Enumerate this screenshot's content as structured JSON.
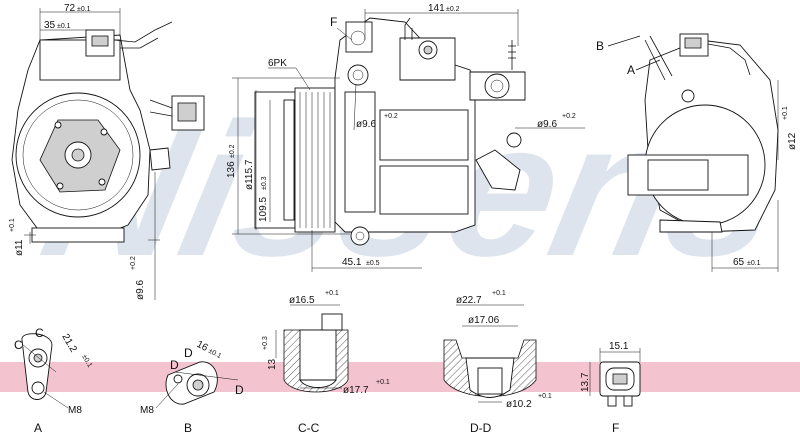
{
  "watermark": {
    "text": "Nissens",
    "color": "#b7c5d8"
  },
  "band_color": "#f3c3cf",
  "front_view": {
    "dims": {
      "w72": "72",
      "w72_tol": "±0.1",
      "w35": "35",
      "w35_tol": "±0.1",
      "d11": "ø11",
      "d11_tol": "+0.1",
      "d96": "ø9.6",
      "d96_tol": "+0.2"
    }
  },
  "side_view": {
    "callout_f": "F",
    "belt": "6PK",
    "dims": {
      "w141": "141",
      "w141_tol": "±0.2",
      "h136": "136",
      "h136_tol": "±0.2",
      "d1157": "ø115.7",
      "d1095": "109.5",
      "d1095_tol": "±0.3",
      "d96a": "ø9.6",
      "d96a_tol": "+0.2",
      "d96b": "ø9.6",
      "d96b_tol": "+0.2",
      "w451": "45.1",
      "w451_tol": "±0.5"
    }
  },
  "rear_view": {
    "callout_b": "B",
    "callout_a": "A",
    "dims": {
      "d12": "ø12",
      "d12_tol": "+0.1",
      "w65": "65",
      "w65_tol": "±0.1"
    }
  },
  "details": {
    "a": {
      "caption": "A",
      "c1": "C",
      "c2": "C",
      "thread": "M8",
      "dim": "21.2",
      "dim_tol": "±0.1"
    },
    "b": {
      "caption": "B",
      "d1": "D",
      "d2": "D",
      "thread": "M8",
      "dim": "16",
      "dim_tol": "±0.1"
    },
    "cc": {
      "caption": "C-C",
      "top": "ø16.5",
      "top_tol": "+0.1",
      "height": "13",
      "height_tol": "+0.3",
      "bottom": "ø17.7",
      "bottom_tol": "+0.1"
    },
    "dd": {
      "caption": "D-D",
      "top": "ø22.7",
      "top_tol": "+0.1",
      "inner": "ø17.06",
      "bottom": "ø10.2",
      "bottom_tol": "+0.1"
    },
    "f": {
      "caption": "F",
      "width": "15.1",
      "height": "13.7"
    }
  }
}
